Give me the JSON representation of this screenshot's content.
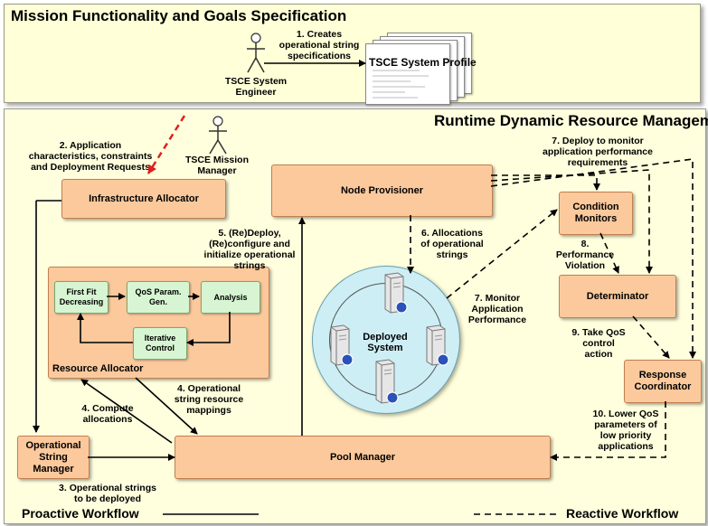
{
  "top_panel": {
    "title": "Mission Functionality and Goals Specification",
    "engineer_label": "TSCE System\nEngineer",
    "step1_label": "1. Creates\noperational string\nspecifications",
    "profile_label": "TSCE System Profile"
  },
  "main_panel": {
    "title": "Runtime Dynamic Resource Management",
    "mission_manager_label": "TSCE Mission\nManager",
    "step2_label": "2. Application\ncharacteristics, constraints\nand Deployment Requests",
    "boxes": {
      "infrastructure_allocator": "Infrastructure Allocator",
      "node_provisioner": "Node Provisioner",
      "condition_monitors": "Condition\nMonitors",
      "determinator": "Determinator",
      "response_coordinator": "Response\nCoordinator",
      "pool_manager": "Pool Manager",
      "operational_string_manager": "Operational\nString\nManager",
      "resource_allocator": "Resource Allocator"
    },
    "sub_boxes": {
      "first_fit": "First Fit\nDecreasing",
      "qos_param": "QoS Param.\nGen.",
      "analysis": "Analysis",
      "iterative_control": "Iterative\nControl"
    },
    "deployed_system_label": "Deployed\nSystem",
    "steps": {
      "step3": "3. Operational strings\nto be deployed",
      "step4a": "4. Compute\nallocations",
      "step4b": "4. Operational\nstring resource\nmappings",
      "step5": "5. (Re)Deploy,\n(Re)configure and\ninitialize operational\nstrings",
      "step6": "6. Allocations\nof operational\nstrings",
      "step7a": "7. Deploy to monitor\napplication performance\nrequirements",
      "step7b": "7. Monitor\nApplication\nPerformance",
      "step8": "8.\nPerformance\nViolation",
      "step9": "9. Take QoS\ncontrol\naction",
      "step10": "10. Lower QoS\nparameters of\nlow priority\napplications"
    },
    "legend": {
      "proactive": "Proactive Workflow",
      "reactive": "Reactive Workflow"
    }
  },
  "colors": {
    "box_fill": "#fbc99c",
    "sub_box_fill": "#d7f5d2",
    "panel_fill": "#ffffde",
    "circle_fill": "#cdeef5",
    "red_arrow": "#e02020"
  }
}
